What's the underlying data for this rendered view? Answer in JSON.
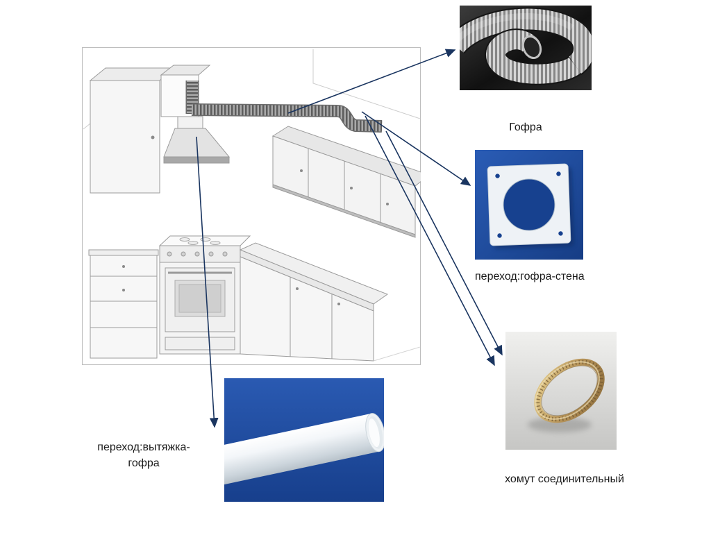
{
  "diagram": {
    "labels": {
      "gofra": "Гофра",
      "perehod_gofra_stena": "переход:гофра-стена",
      "homut": "хомут соединительный",
      "perehod_vytyazhka_line1": "переход:вытяжка-",
      "perehod_vytyazhka_line2": "гофра"
    },
    "images": {
      "kitchen": "kitchen-installation-sketch",
      "duct": "corrugated-flexible-duct-photo",
      "plate": "wall-plate-adapter",
      "pipe": "hood-to-duct-adapter-pipe",
      "clamp": "connecting-clamp-ring"
    },
    "colors": {
      "panel_blue": "#1d4da5",
      "arrow": "#1a3560",
      "text": "#1a1a1a"
    }
  }
}
